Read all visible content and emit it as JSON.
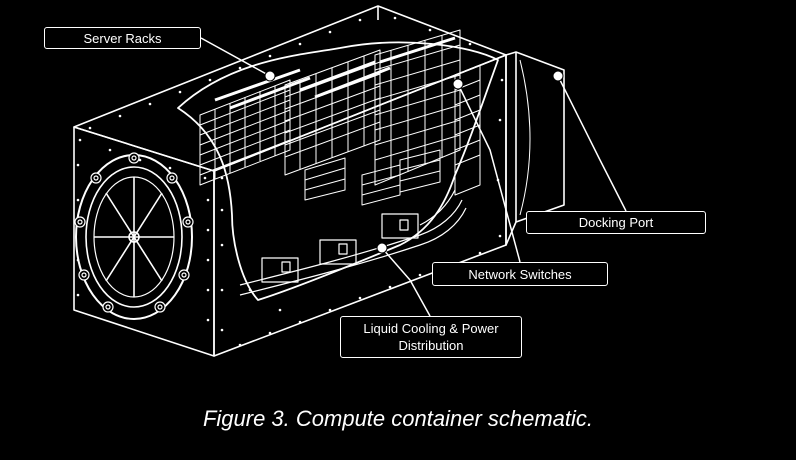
{
  "labels": {
    "server_racks": "Server Racks",
    "docking_port": "Docking Port",
    "network_switches": "Network Switches",
    "cooling_line1": "Liquid Cooling & Power",
    "cooling_line2": "Distribution"
  },
  "caption": "Figure 3. Compute container schematic.",
  "colors": {
    "background": "#000000",
    "line": "#ffffff"
  }
}
